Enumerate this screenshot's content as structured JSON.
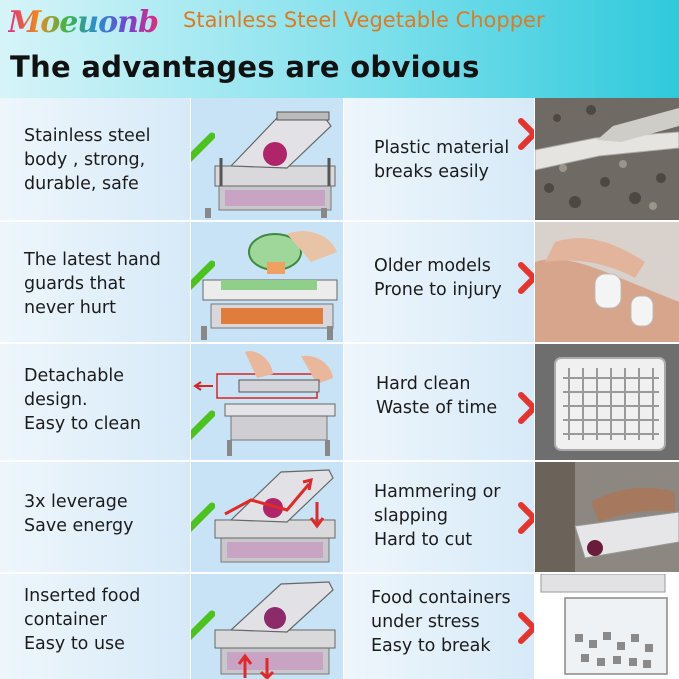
{
  "header": {
    "brand": "Moeuonb",
    "title": "Stainless Steel Vegetable Chopper",
    "headline": "The advantages are obvious"
  },
  "colors": {
    "check_green": "#4cc21c",
    "cross_red": "#e8322c",
    "brand_orange": "#e07a1e",
    "header_teal": "#2fc9dc",
    "cell_blue": "#c9e3f6"
  },
  "rows": [
    {
      "pro_lines": [
        "Stainless steel",
        "body , strong,",
        "durable, safe"
      ],
      "con_lines": [
        "Plastic material",
        "breaks easily"
      ],
      "pro_icon": "green-check-icon",
      "con_icon": "red-cross-icon"
    },
    {
      "pro_lines": [
        "The latest hand",
        "guards that",
        "never hurt"
      ],
      "con_lines": [
        "Older models",
        "Prone to injury"
      ],
      "pro_icon": "green-check-icon",
      "con_icon": "red-cross-icon"
    },
    {
      "pro_lines": [
        "Detachable",
        "design.",
        "Easy to clean"
      ],
      "con_lines": [
        "Hard clean",
        "Waste of time"
      ],
      "pro_icon": "green-check-icon",
      "con_icon": "red-cross-icon"
    },
    {
      "pro_lines": [
        "3x leverage",
        "Save energy"
      ],
      "con_lines": [
        "Hammering or",
        "slapping",
        "Hard to cut"
      ],
      "pro_icon": "green-check-icon",
      "con_icon": "red-cross-icon"
    },
    {
      "pro_lines": [
        "Inserted food",
        "container",
        "Easy to use"
      ],
      "con_lines": [
        "Food containers",
        "under stress",
        "Easy to break"
      ],
      "pro_icon": "green-check-icon",
      "con_icon": "red-cross-icon"
    }
  ]
}
